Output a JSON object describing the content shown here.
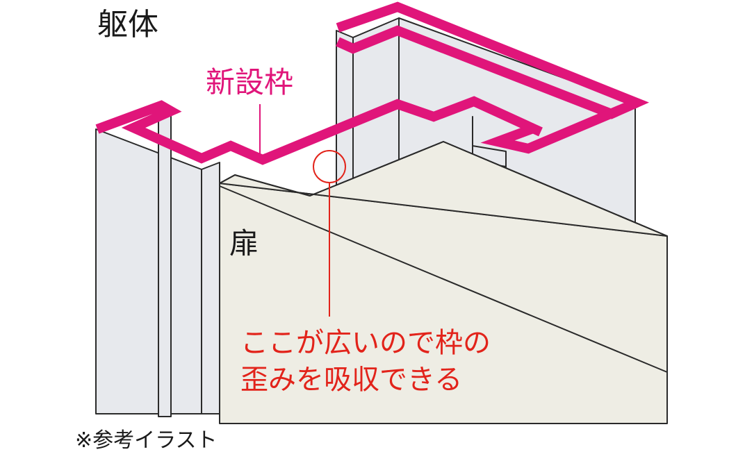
{
  "labels": {
    "building_body": "躯体",
    "new_frame": "新設枠",
    "door": "扉",
    "note_line1": "ここが広いので枠の",
    "note_line2": "歪みを吸収できる",
    "reference": "※参考イラスト"
  },
  "colors": {
    "frame_accent": "#e0157a",
    "note_red": "#e2231a",
    "wall_fill": "#e7e9ed",
    "door_fill": "#eeede4",
    "outline": "#2a2a2a"
  }
}
